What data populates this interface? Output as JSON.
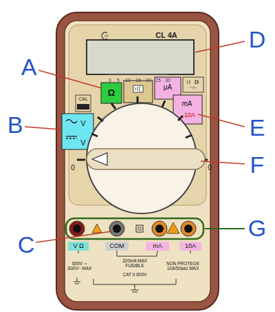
{
  "diagram": {
    "labels": [
      "CL 4A",
      "0",
      "5",
      "10",
      "15",
      "20",
      "25",
      "30",
      "CAL",
      "Ω",
      "⎓/~",
      "μA",
      "mA",
      "10A",
      "V",
      "V",
      "0",
      "0",
      "V Ω",
      "COM",
      "mA",
      "10A",
      "600V ⎓ 600V~ MAX",
      "320mA MAX FUSIBLE",
      "CAT II 600V",
      "NON PROTEGE 10A/50sec MAX",
      "A",
      "B",
      "C",
      "D",
      "E",
      "F",
      "G"
    ]
  }
}
